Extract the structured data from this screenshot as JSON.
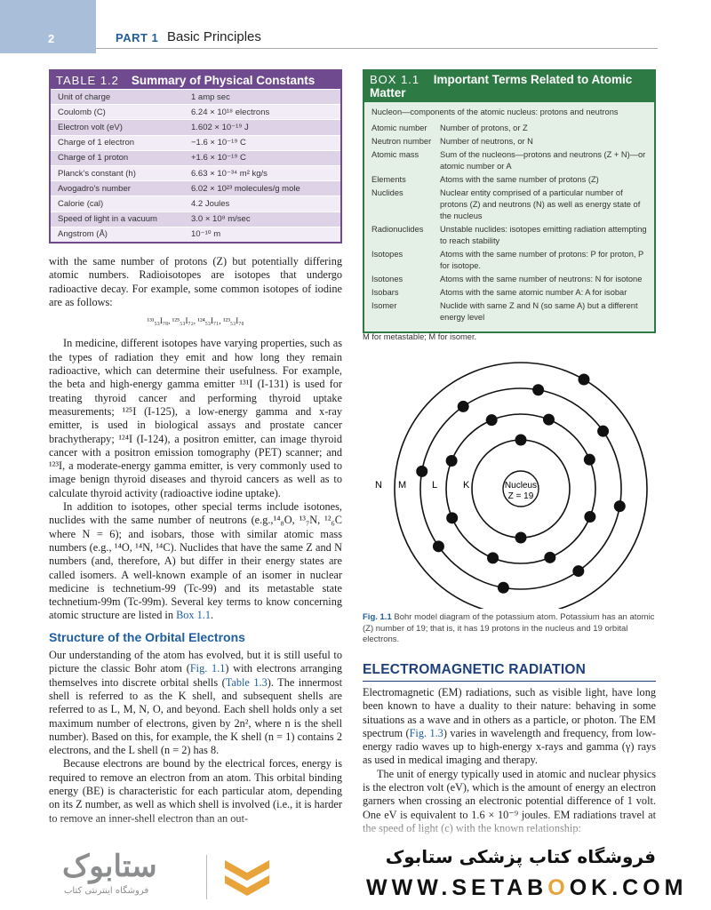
{
  "header": {
    "page_number": "2",
    "part": "PART 1",
    "title": "Basic Principles"
  },
  "table": {
    "number": "TABLE 1.2",
    "title": "Summary of Physical Constants",
    "rows": [
      {
        "name": "Unit of charge",
        "value": "1 amp sec"
      },
      {
        "name": "Coulomb (C)",
        "value": "6.24 × 10¹⁸ electrons"
      },
      {
        "name": "Electron volt (eV)",
        "value": "1.602 × 10⁻¹⁹ J"
      },
      {
        "name": "Charge of 1 electron",
        "value": "−1.6 × 10⁻¹⁹ C"
      },
      {
        "name": "Charge of 1 proton",
        "value": "+1.6 × 10⁻¹⁹ C"
      },
      {
        "name": "Planck's constant (h)",
        "value": "6.63 × 10⁻³⁴ m² kg/s"
      },
      {
        "name": "Avogadro's number",
        "value": "6.02 × 10²³ molecules/g mole"
      },
      {
        "name": "Calorie (cal)",
        "value": "4.2 Joules"
      },
      {
        "name": "Speed of light in a vacuum",
        "value": "3.0 × 10⁸ m/sec"
      },
      {
        "name": "Angstrom (Å)",
        "value": "10⁻¹⁰ m"
      }
    ]
  },
  "left": {
    "p1": "with the same number of protons (Z) but potentially differing atomic numbers. Radioisotopes are isotopes that undergo radioactive decay. For example, some common isotopes of iodine are as follows:",
    "isotopes": "¹³¹₅₃I₇₈, ¹²⁵₅₃I₇₂, ¹²⁴₅₃I₇₁, ¹²³₅₃I₇₀",
    "p2": "In medicine, different isotopes have varying properties, such as the types of radiation they emit and how long they remain radioactive, which can determine their usefulness. For example, the beta and high-energy gamma emitter ¹³¹I (I-131) is used for treating thyroid cancer and performing thyroid uptake measurements; ¹²⁵I (I-125), a low-energy gamma and x-ray emitter, is used in biological assays and prostate cancer brachytherapy; ¹²⁴I (I-124), a positron emitter, can image thyroid cancer with a positron emission tomography (PET) scanner; and ¹²³I, a moderate-energy gamma emitter, is very commonly used to image benign thyroid diseases and thyroid cancers as well as to calculate thyroid activity (radioactive iodine uptake).",
    "p3": "In addition to isotopes, other special terms include isotones, nuclides with the same number of neutrons (e.g.,¹⁴₈O, ¹³₇N, ¹²₆C where N = 6); and isobars, those with similar atomic mass numbers (e.g., ¹⁴O, ¹⁴N, ¹⁴C). Nuclides that have the same Z and N numbers (and, therefore, A) but differ in their energy states are called isomers. A well-known example of an isomer in nuclear medicine is technetium-99 (Tc-99) and its metastable state technetium-99m (Tc-99m). Several key terms to know concerning atomic structure are listed in",
    "p3_link": "Box 1.1",
    "p3_end": ".",
    "heading": "Structure of the Orbital Electrons",
    "p4a": "Our understanding of the atom has evolved, but it is still useful to picture the classic Bohr atom (",
    "p4_link1": "Fig. 1.1",
    "p4b": ") with electrons arranging themselves into discrete orbital shells (",
    "p4_link2": "Table 1.3",
    "p4c": "). The innermost shell is referred to as the K shell, and subsequent shells are referred to as L, M, N, O, and beyond. Each shell holds only a set maximum number of electrons, given by 2n², where n is the shell number). Based on this, for example, the K shell (n = 1) contains 2 electrons, and the L shell (n = 2) has 8.",
    "p5": "Because electrons are bound by the electrical forces, energy is required to remove an electron from an atom. This orbital binding energy (BE) is characteristic for each particular atom, depending on its Z number, as well as which shell is involved (i.e., it is harder to remove an inner-shell electron than an out-"
  },
  "box": {
    "number": "BOX 1.1",
    "title": "Important Terms Related to Atomic Matter",
    "intro": "Nucleon—components of the atomic nucleus: protons and neutrons",
    "rows": [
      {
        "term": "Atomic number",
        "def": "Number of protons, or Z"
      },
      {
        "term": "Neutron number",
        "def": "Number of neutrons, or N"
      },
      {
        "term": "Atomic mass",
        "def": "Sum of the nucleons—protons and neutrons (Z + N)—or atomic number or A"
      },
      {
        "term": "Elements",
        "def": "Atoms with the same number of protons (Z)"
      },
      {
        "term": "Nuclides",
        "def": "Nuclear entity comprised of a particular number of protons (Z) and neutrons (N) as well as energy state of the nucleus"
      },
      {
        "term": "Radionuclides",
        "def": "Unstable nuclides: isotopes emitting radiation attempting to reach stability"
      },
      {
        "term": "Isotopes",
        "def": "Atoms with the same number of protons: P for proton, P for isotope."
      },
      {
        "term": "Isotones",
        "def": "Atoms with the same number of neutrons: N for isotone"
      },
      {
        "term": "Isobars",
        "def": "Atoms with the same atomic number A: A for isobar"
      },
      {
        "term": "Isomer",
        "def": "Nuclide with same Z and N (so same A) but a different energy level"
      }
    ],
    "footnote": "M for metastable; M for isomer."
  },
  "figure": {
    "labels": {
      "n": "N",
      "m": "M",
      "l": "L",
      "k": "K",
      "nucleus": "Nucleus",
      "z": "Z = 19"
    },
    "caption_label": "Fig. 1.1",
    "caption": "Bohr model diagram of the potassium atom. Potassium has an atomic (Z) number of 19; that is, it has 19 protons in the nucleus and 19 orbital electrons."
  },
  "right": {
    "heading": "ELECTROMAGNETIC RADIATION",
    "p1a": "Electromagnetic (EM) radiations, such as visible light, have long been known to have a duality to their nature: behaving in some situations as a wave and in others as a particle, or photon. The EM spectrum (",
    "p1_link": "Fig. 1.3",
    "p1b": ") varies in wavelength and frequency, from low-energy radio waves up to high-energy x-rays and gamma (γ) rays as used in medical imaging and therapy.",
    "p2": "The unit of energy typically used in atomic and nuclear physics is the electron volt (eV), which is the amount of energy an electron garners when crossing an electronic potential difference of 1 volt. One eV is equivalent to 1.6 × 10⁻⁹ joules. EM radiations travel at the speed of light (c) with the known relationship:"
  },
  "footer": {
    "logo_word": "ستابوک",
    "logo_sub": "فروشگاه اینترنتی کتاب",
    "store_name": "فروشگاه کتاب پزشکی ستابوک",
    "url_pre": "WWW.SETAB",
    "url_o": "O",
    "url_post": "OK.COM"
  },
  "colors": {
    "table_purple": "#6f4a8e",
    "box_green": "#2e7a45",
    "link_blue": "#1f5fa0",
    "header_blue": "#a9bfd9"
  }
}
